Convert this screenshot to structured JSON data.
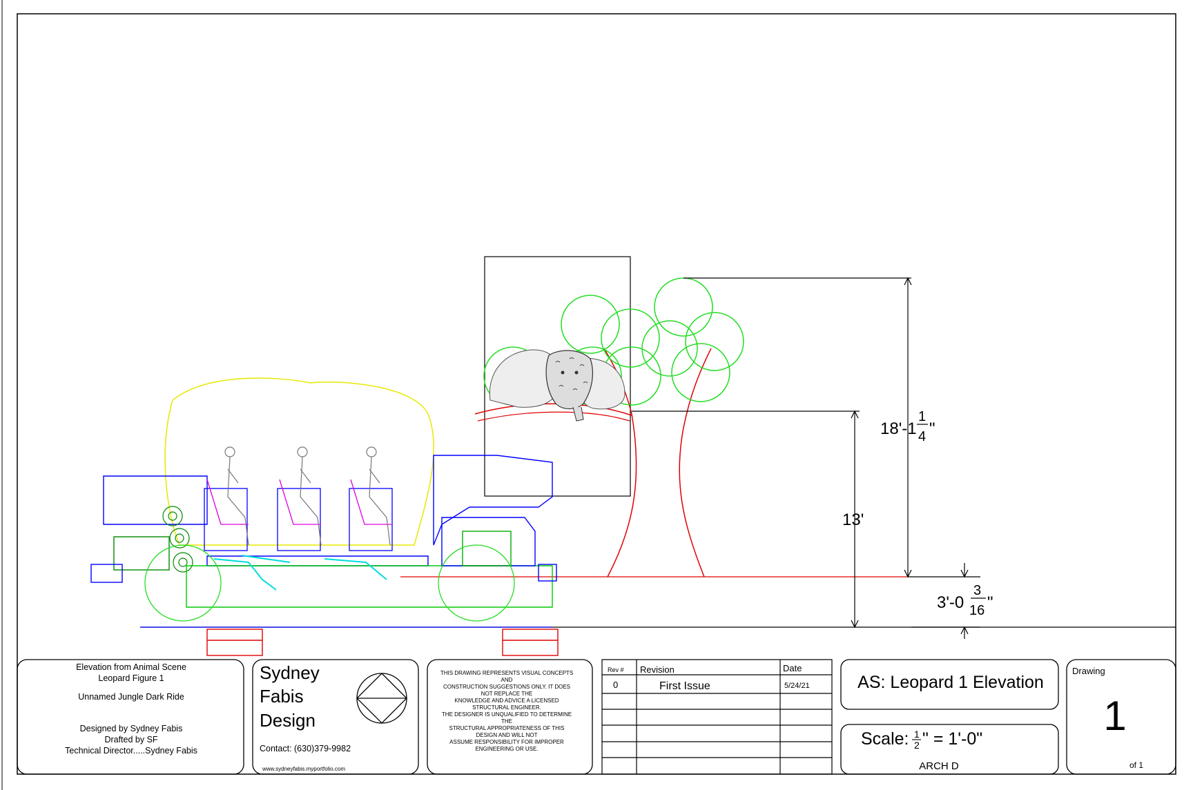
{
  "title_block": {
    "scene": {
      "line1": "Elevation from Animal Scene",
      "line2": "Leopard Figure 1",
      "line3": "Unnamed Jungle Dark Ride",
      "line4": "Designed by Sydney Fabis",
      "line5": "Drafted by SF",
      "line6": "Technical Director.....Sydney Fabis"
    },
    "company": {
      "line1": "Sydney",
      "line2": "Fabis",
      "line3": "Design",
      "contact": "Contact: (630)379-9982",
      "website": "www.sydneyfabis.myportfolio.com"
    },
    "disclaimer": [
      "THIS DRAWING REPRESENTS VISUAL CONCEPTS",
      "AND",
      "CONSTRUCTION SUGGESTIONS ONLY. IT DOES",
      "NOT REPLACE THE",
      "KNOWLEDGE AND ADVICE A LICENSED",
      "STRUCTURAL ENGINEER.",
      "THE DESIGNER IS UNQUALIFIED TO DETERMINE",
      "THE",
      "STRUCTURAL APPROPRIATENESS OF THIS",
      "DESIGN AND WILL NOT",
      "ASSUME RESPONSIBILITY FOR IMPROPER",
      "ENGINEERING OR USE."
    ],
    "revisions": {
      "headers": {
        "rev": "Rev #",
        "revision": "Revision",
        "date": "Date"
      },
      "rows": [
        {
          "rev": "0",
          "revision": "First Issue",
          "date": "5/24/21"
        }
      ]
    },
    "drawing_title": "AS: Leopard 1 Elevation",
    "scale": {
      "label": "Scale:",
      "frac_num": "1",
      "frac_den": "2",
      "rest": "\" = 1'-0\""
    },
    "sheet_size": "ARCH D",
    "drawing": {
      "label": "Drawing",
      "number": "1",
      "of": "of 1"
    }
  },
  "dimensions": {
    "total_height": {
      "whole": "18'-1",
      "num": "1",
      "den": "4",
      "suffix": "\""
    },
    "mid_height": "13'",
    "base_height": {
      "whole": "3'-0",
      "num": "3",
      "den": "16",
      "suffix": "\""
    }
  },
  "colors": {
    "vehicle_body": "#0000ff",
    "chassis": "#00cc00",
    "foliage": "#22dd22",
    "trunk": "#e00000",
    "bogies": "#e00000",
    "seats": "#e000e0",
    "mechanism": "#00dddd",
    "envelope": "#e8e800",
    "figures": "#777777"
  }
}
